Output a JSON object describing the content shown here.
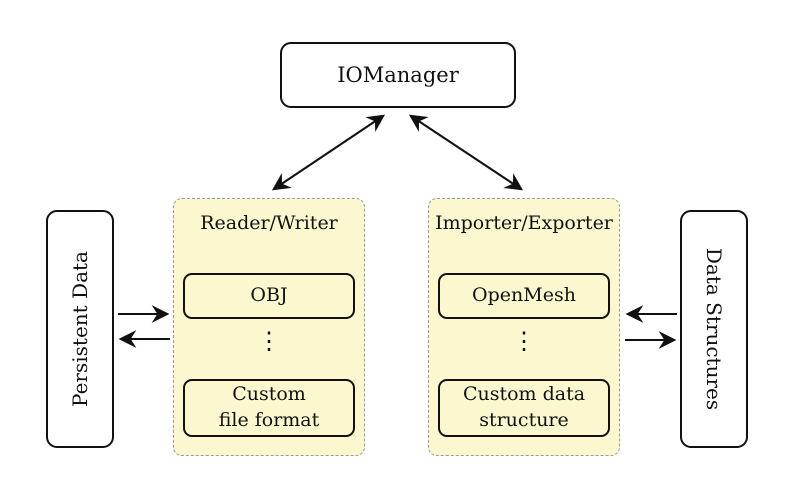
{
  "io_manager": {
    "label": "IOManager"
  },
  "persistent_data": {
    "label": "Persistent Data"
  },
  "data_structures": {
    "label": "Data Structures"
  },
  "reader_writer": {
    "title": "Reader/Writer",
    "items": {
      "top": "OBJ",
      "dots": "⋮",
      "bottom_line1": "Custom",
      "bottom_line2": "file format"
    }
  },
  "importer_exporter": {
    "title": "Importer/Exporter",
    "items": {
      "top": "OpenMesh",
      "dots": "⋮",
      "bottom_line1": "Custom data",
      "bottom_line2": "structure"
    }
  },
  "colors": {
    "panel_fill": "#fbf8d0",
    "panel_border": "#9a9a9a",
    "node_fill": "#ffffff",
    "line": "#111111"
  }
}
